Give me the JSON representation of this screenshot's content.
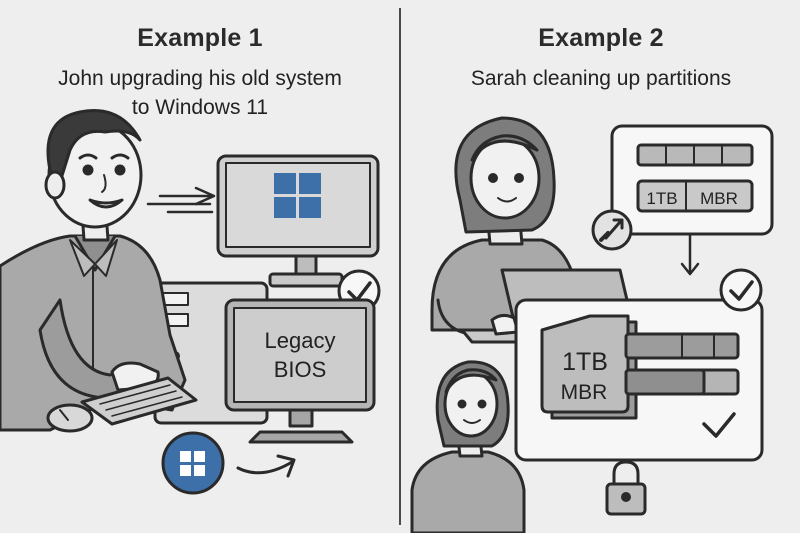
{
  "example1": {
    "title": "Example 1",
    "subtitle_line1": "John upgrading his old system",
    "subtitle_line2": "to Windows 11",
    "monitor_label_line1": "Legacy",
    "monitor_label_line2": "BIOS"
  },
  "example2": {
    "title": "Example 2",
    "subtitle": "Sarah cleaning up partitions",
    "top_disk_size": "1TB",
    "top_disk_style": "MBR",
    "big_disk_size": "1TB",
    "big_disk_style": "MBR"
  },
  "colors": {
    "windows_blue": "#3d6fa8",
    "outline": "#2a2a2a",
    "shirt": "#a9a9a9",
    "panel_bg": "#eeeeee"
  }
}
